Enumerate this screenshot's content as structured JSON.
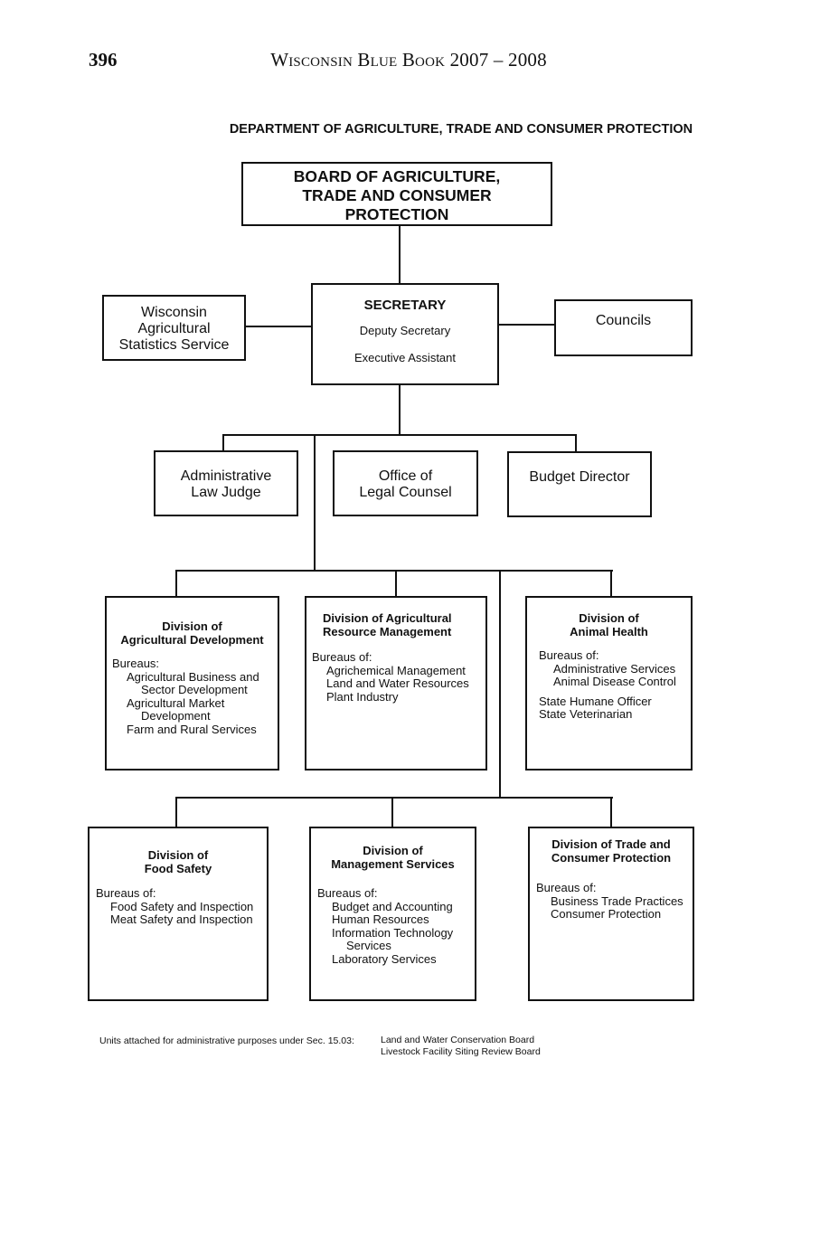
{
  "header": {
    "page_number": "396",
    "running_head": "Wisconsin Blue Book 2007 – 2008"
  },
  "chart": {
    "title": "DEPARTMENT OF AGRICULTURE, TRADE AND CONSUMER PROTECTION",
    "board": [
      "BOARD OF AGRICULTURE,",
      "TRADE AND CONSUMER",
      "PROTECTION"
    ],
    "stats_service": [
      "Wisconsin",
      "Agricultural",
      "Statistics Service"
    ],
    "secretary": {
      "title": "SECRETARY",
      "deputy": "Deputy Secretary",
      "assistant": "Executive Assistant"
    },
    "councils": "Councils",
    "alj": [
      "Administrative",
      "Law Judge"
    ],
    "legal": [
      "Office of",
      "Legal Counsel"
    ],
    "budget": "Budget Director",
    "divisions": {
      "ag_dev": {
        "title": [
          "Division of",
          "Agricultural Development"
        ],
        "lines": [
          "Bureaus:",
          "Agricultural Business and",
          "Sector Development",
          "Agricultural Market",
          "Development",
          "Farm and Rural Services"
        ]
      },
      "ag_res": {
        "title": [
          "Division of Agricultural",
          "Resource Management"
        ],
        "lines": [
          "Bureaus of:",
          "Agrichemical Management",
          "Land and Water Resources",
          "Plant Industry"
        ]
      },
      "animal": {
        "title": [
          "Division of",
          "Animal Health"
        ],
        "lines": [
          "Bureaus of:",
          "Administrative Services",
          "Animal Disease Control",
          "State Humane Officer",
          "State Veterinarian"
        ]
      },
      "food": {
        "title": [
          "Division of",
          "Food Safety"
        ],
        "lines": [
          "Bureaus of:",
          "Food Safety and Inspection",
          "Meat Safety and Inspection"
        ]
      },
      "mgmt": {
        "title": [
          "Division of",
          "Management Services"
        ],
        "lines": [
          "Bureaus of:",
          "Budget and Accounting",
          "Human Resources",
          "Information Technology",
          "Services",
          "Laboratory Services"
        ]
      },
      "trade": {
        "title": [
          "Division of Trade and",
          "Consumer Protection"
        ],
        "lines": [
          "Bureaus of:",
          "Business Trade Practices",
          "Consumer Protection"
        ]
      }
    },
    "footnote": {
      "label": "Units attached for administrative purposes under Sec. 15.03:",
      "units": [
        "Land and Water Conservation Board",
        "Livestock Facility Siting Review Board"
      ]
    }
  }
}
